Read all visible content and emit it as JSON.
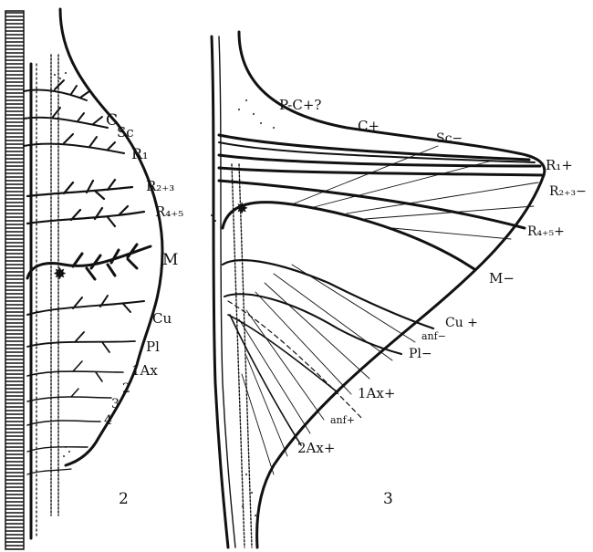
{
  "figure2": {
    "number": "2",
    "labels": [
      "C",
      "Sc",
      "R₁",
      "R₂₊₃",
      "R₄₊₅",
      "M",
      "Cu",
      "Pl",
      "1Ax",
      "2",
      "3",
      "4"
    ]
  },
  "figure3": {
    "number": "3",
    "labels": [
      "P-C+?",
      "C+",
      "Sc−",
      "R₁+",
      "R₂₊₃−",
      "R₄₊₅+",
      "M−",
      "Cu +",
      "anf−",
      "Pl−",
      "1Ax+",
      "anf+",
      "2Ax+"
    ]
  }
}
